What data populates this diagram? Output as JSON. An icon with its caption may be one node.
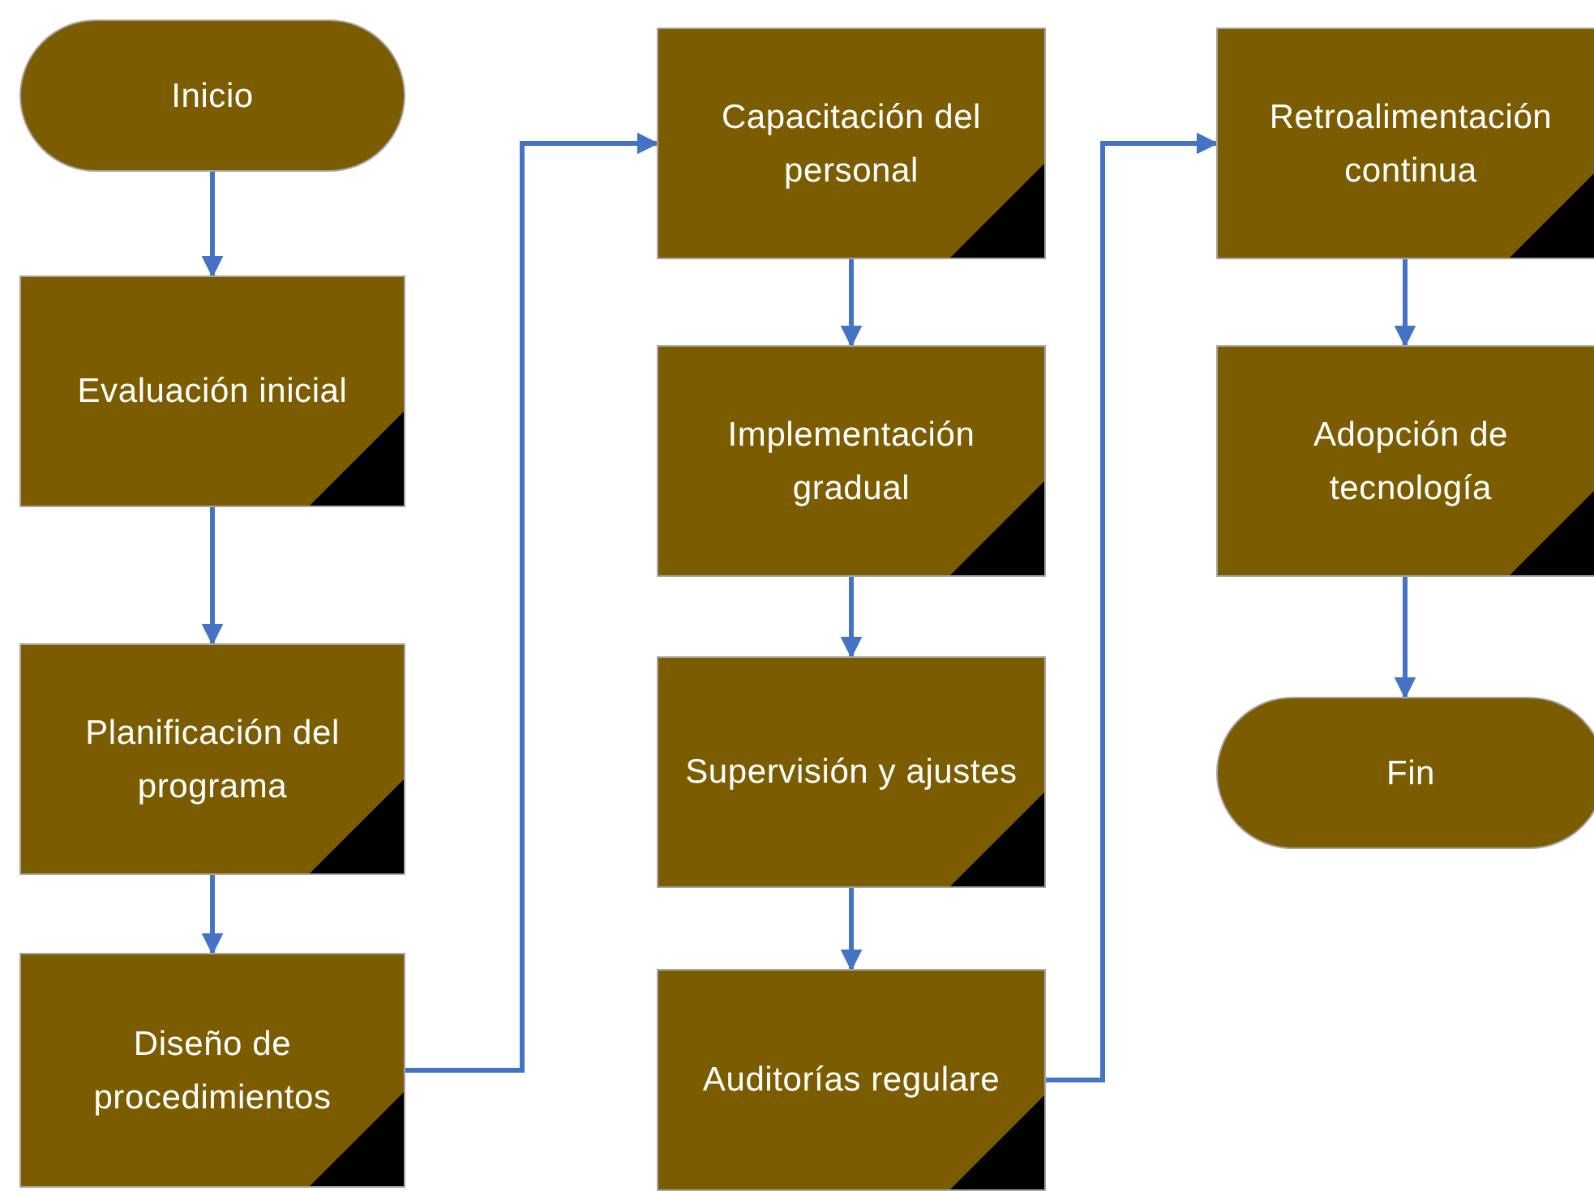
{
  "diagram": {
    "nodes": [
      {
        "text": [
          "Inicio"
        ]
      },
      {
        "text": [
          "Evaluación inicial"
        ]
      },
      {
        "text": [
          "Planificación del programa"
        ]
      },
      {
        "text": [
          "Diseño de procedimientos"
        ]
      },
      {
        "text": [
          "Capacitación del personal"
        ]
      },
      {
        "text": [
          "Implementación gradual"
        ]
      },
      {
        "text": [
          "Supervisión y ajustes"
        ]
      },
      {
        "text": [
          "Auditorías regulare"
        ]
      },
      {
        "text": [
          "Retroalimentación continua"
        ]
      },
      {
        "text": [
          "Adopción de tecnología"
        ]
      },
      {
        "text": [
          "Fin"
        ]
      }
    ],
    "edges": [
      {
        "from": 0,
        "to": 1,
        "arrow": "to"
      },
      {
        "from": 1,
        "to": 2,
        "arrow": "to"
      },
      {
        "from": 2,
        "to": 3,
        "arrow": "to"
      },
      {
        "from": 3,
        "to": 4,
        "arrow": "to"
      },
      {
        "from": 4,
        "to": 5,
        "arrow": "to"
      },
      {
        "from": 5,
        "to": 6,
        "arrow": "to"
      },
      {
        "from": 6,
        "to": 7,
        "arrow": "to"
      },
      {
        "from": 7,
        "to": 8,
        "arrow": "to"
      },
      {
        "from": 8,
        "to": 9,
        "arrow": "to"
      },
      {
        "from": 9,
        "to": 10,
        "arrow": "to"
      }
    ]
  }
}
